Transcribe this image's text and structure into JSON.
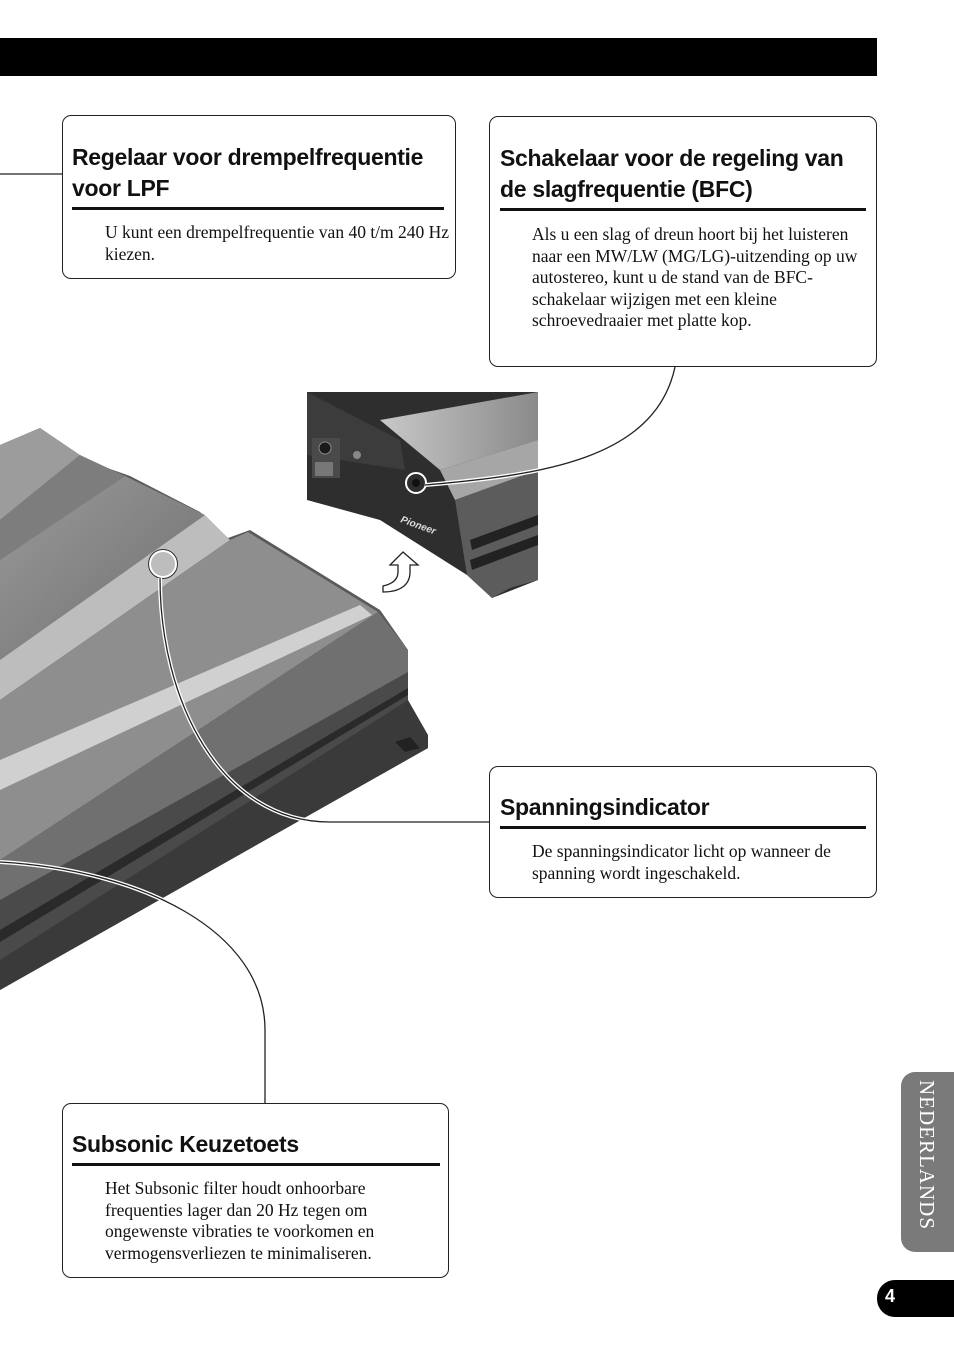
{
  "callouts": {
    "lpf": {
      "title": "Regelaar voor drempelfrequentie voor LPF",
      "text": "U kunt een drempelfrequentie van 40 t/m 240 Hz kiezen."
    },
    "bfc": {
      "title": "Schakelaar voor de regeling van de slagfrequentie (BFC)",
      "text": "Als u een slag of dreun hoort bij het luisteren naar een MW/LW (MG/LG)-uitzending op uw autostereo, kunt u de stand van de BFC-schakelaar wijzigen met een kleine schroevedraaier met platte kop."
    },
    "power": {
      "title": "Spanningsindicator",
      "text": "De spanningsindicator licht op wanneer de spanning wordt ingeschakeld."
    },
    "subsonic": {
      "title": "Subsonic Keuzetoets",
      "text": "Het Subsonic filter houdt onhoorbare frequenties lager dan 20 Hz tegen om ongewenste vibraties te voorkomen en vermogensverliezen te minimaliseren."
    }
  },
  "illustration": {
    "brand_logo": "Pioneer"
  },
  "side_tab": {
    "label": "NEDERLANDS"
  },
  "page_number": "4",
  "colors": {
    "bar": "#000000",
    "tab": "#7a7a7a",
    "amp_body": "#8c8c8c"
  }
}
